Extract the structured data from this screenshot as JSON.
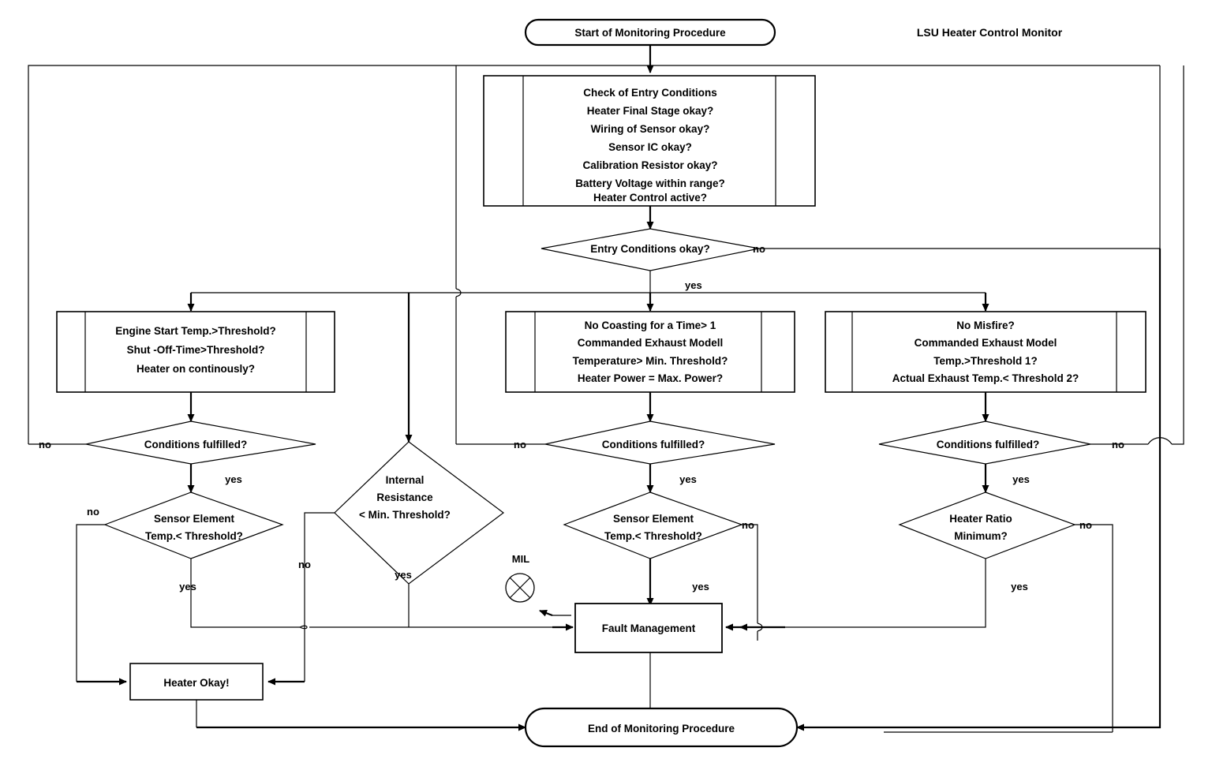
{
  "diagram": {
    "title": "LSU Heater Control Monitor",
    "type": "flowchart",
    "start": "Start of Monitoring Procedure",
    "end": "End of Monitoring Procedure",
    "entry_check": {
      "name": "Check of Entry Conditions",
      "lines": [
        "Check of Entry Conditions",
        "Heater Final Stage okay?",
        "Wiring of Sensor okay?",
        "Sensor IC okay?",
        "Calibration Resistor okay?",
        "Battery Voltage within range?",
        "Heater Control active?"
      ]
    },
    "entry_decision": "Entry Conditions okay?",
    "branch_left": {
      "lines": [
        "Engine Start Temp.>Threshold?",
        "Shut -Off-Time>Threshold?",
        "Heater on continously?"
      ]
    },
    "branch_mid": {
      "lines": [
        "No Coasting for a Time> 1",
        "Commanded Exhaust Modell",
        "Temperature> Min. Threshold?",
        "Heater Power = Max. Power?"
      ]
    },
    "branch_right": {
      "lines": [
        "No Misfire?",
        "Commanded Exhaust Model",
        "Temp.>Threshold 1?",
        "Actual Exhaust Temp.< Threshold 2?"
      ]
    },
    "conditions_fulfilled": "Conditions fulfilled?",
    "sensor_element": {
      "line1": "Sensor Element",
      "line2": "Temp.< Threshold?"
    },
    "internal_resistance": {
      "line1": "Internal",
      "line2": "Resistance",
      "line3": "< Min. Threshold?"
    },
    "heater_ratio": {
      "line1": "Heater Ratio",
      "line2": "Minimum?"
    },
    "fault_management": "Fault Management",
    "heater_okay": "Heater Okay!",
    "mil_label": "MIL",
    "yes": "yes",
    "no": "no",
    "colors": {
      "line": "#000000",
      "fill": "#ffffff",
      "text": "#000000"
    }
  }
}
